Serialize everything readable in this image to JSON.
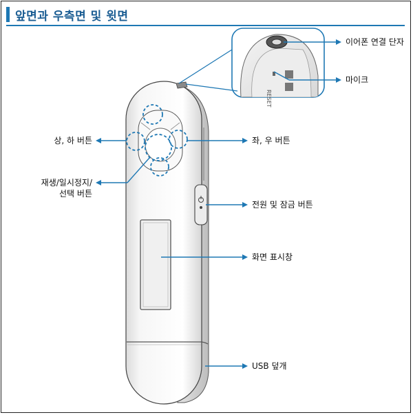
{
  "title": "앞면과 우측면 및 윗면",
  "callouts": {
    "earphone_jack": "이어폰 연결 단자",
    "microphone": "마이크",
    "up_down_button": "상, 하 버튼",
    "left_right_button": "좌, 우 버튼",
    "play_pause_select_line1": "재생/일시정지/",
    "play_pause_select_line2": "선택 버튼",
    "power_lock_button": "전원 및 잠금 버튼",
    "display_screen": "화면 표시창",
    "usb_cover": "USB 덮개"
  },
  "device_text": {
    "reset": "RESET"
  },
  "colors": {
    "accent": "#1e78b4",
    "title_text": "#1b5d93",
    "dashed_circle": "#1e78b4",
    "device_outline": "#444444"
  }
}
